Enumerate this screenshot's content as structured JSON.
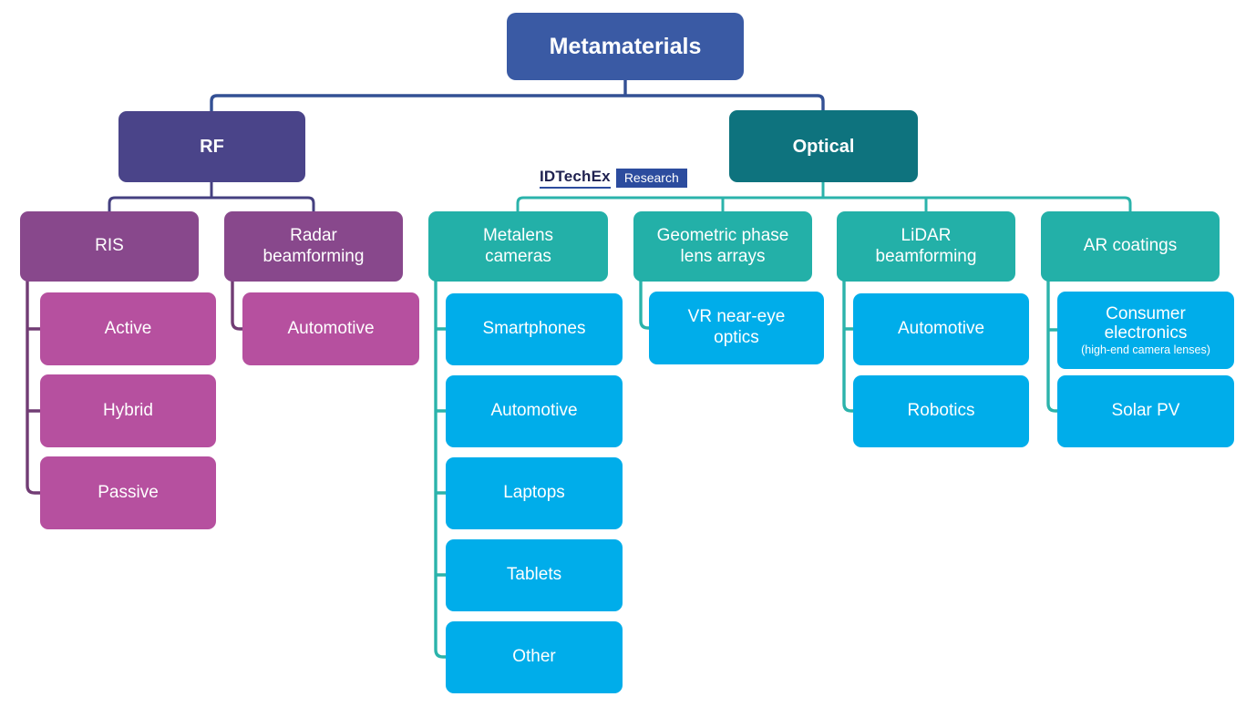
{
  "logo": {
    "brand": "IDTechEx",
    "suffix": "Research"
  },
  "colors": {
    "root_blue": "#3A5AA4",
    "root_connector": "#335094",
    "rf_purple": "#4A4489",
    "rf_connector": "#454080",
    "plum": "#88488C",
    "plum_connector": "#713C74",
    "magenta": "#B6509F",
    "optical_teal_dark": "#0E737E",
    "teal": "#23B0A8",
    "teal_connector": "#2BB3AB",
    "cyan": "#00ADEA",
    "logo_navy": "#1F2150",
    "logo_blue": "#2C4C9E"
  },
  "tree": {
    "root": {
      "label": "Metamaterials"
    },
    "branches": [
      {
        "label": "RF",
        "children": [
          {
            "label": "RIS",
            "children": [
              {
                "label": "Active"
              },
              {
                "label": "Hybrid"
              },
              {
                "label": "Passive"
              }
            ]
          },
          {
            "label": "Radar\nbeamforming",
            "children": [
              {
                "label": "Automotive"
              }
            ]
          }
        ]
      },
      {
        "label": "Optical",
        "children": [
          {
            "label": "Metalens\ncameras",
            "children": [
              {
                "label": "Smartphones"
              },
              {
                "label": "Automotive"
              },
              {
                "label": "Laptops"
              },
              {
                "label": "Tablets"
              },
              {
                "label": "Other"
              }
            ]
          },
          {
            "label": "Geometric phase\nlens arrays",
            "children": [
              {
                "label": "VR near-eye\noptics"
              }
            ]
          },
          {
            "label": "LiDAR\nbeamforming",
            "children": [
              {
                "label": "Automotive"
              },
              {
                "label": "Robotics"
              }
            ]
          },
          {
            "label": "AR coatings",
            "children": [
              {
                "label": "Consumer\nelectronics",
                "note": "(high-end camera lenses)"
              },
              {
                "label": "Solar PV"
              }
            ]
          }
        ]
      }
    ]
  }
}
